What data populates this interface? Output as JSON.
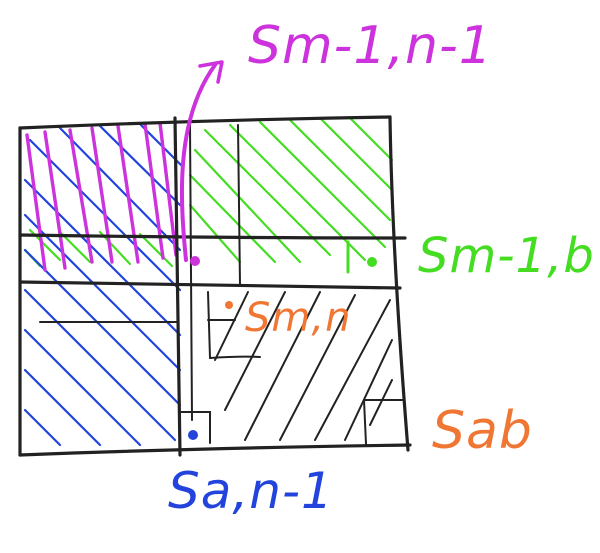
{
  "labels": {
    "s_m1_n1": "Sm-1,n-1",
    "s_m1_b": "Sm-1,b",
    "s_mn": "Sm,n",
    "s_ab": "Sab",
    "s_a_n1": "Sa,n-1"
  },
  "colors": {
    "ink": "#222222",
    "magenta": "#cc33dd",
    "green": "#44dd22",
    "blue": "#2244dd",
    "orange": "#f07733",
    "background": "#ffffff"
  }
}
